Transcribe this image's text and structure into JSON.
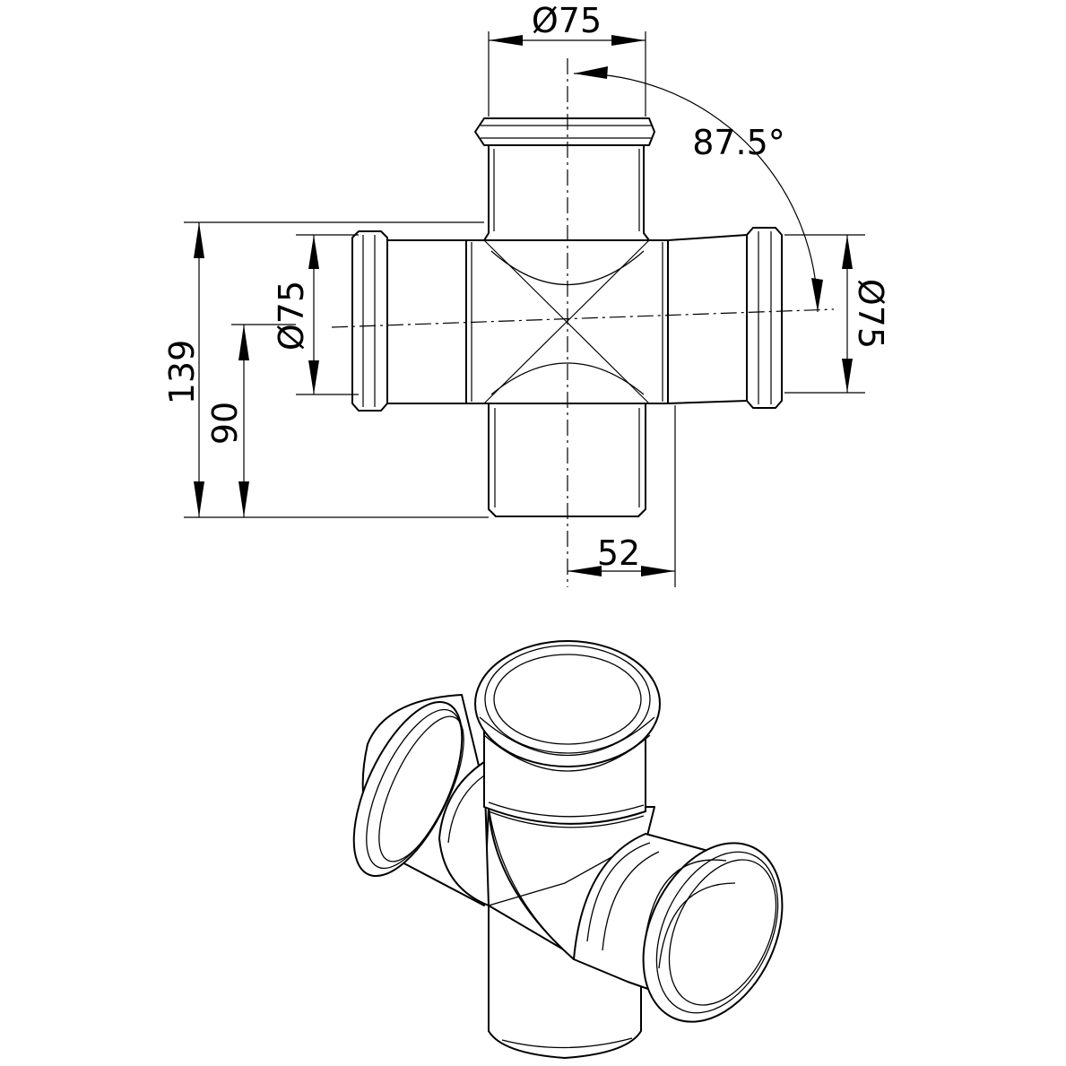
{
  "drawing": {
    "dimensions": {
      "top_diameter": "Ø75",
      "left_diameter": "Ø75",
      "right_diameter": "Ø75",
      "angle": "87.5°",
      "overall_height": "139",
      "branch_height": "90",
      "offset": "52"
    }
  }
}
